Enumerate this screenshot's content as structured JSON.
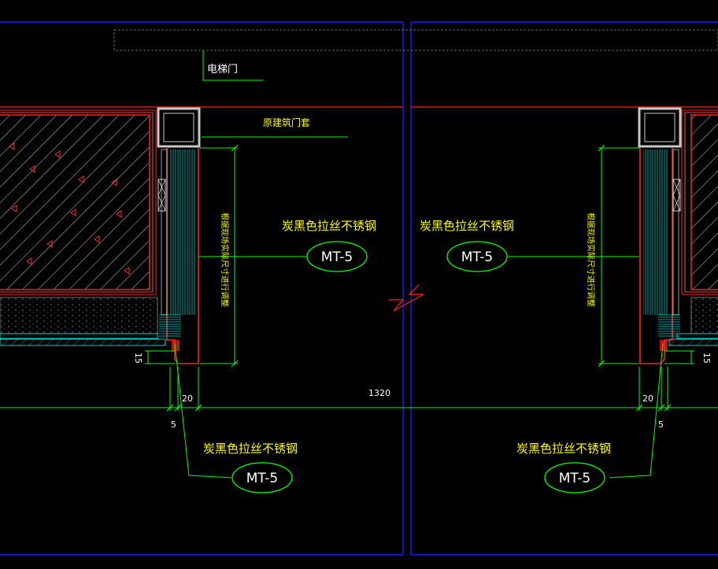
{
  "labels": {
    "elevator_door": "电梯门",
    "original_door_frame": "原建筑门套",
    "material_name": "炭黑色拉丝不锈钢",
    "material_code": "MT-5",
    "adjust_note": "根据现场实际尺寸进行调整"
  },
  "dimensions": {
    "d_15": "15",
    "d_20": "20",
    "d_5": "5",
    "d_1320": "1320"
  },
  "colors": {
    "background": "#000000",
    "frame_blue": "#1a1aff",
    "wall_red": "#ff2020",
    "leader_green": "#00ff00",
    "text_yellow": "#ffff00",
    "dim_green": "#00ff00",
    "cyan": "#00ffff",
    "gray": "#c0c0c0"
  }
}
